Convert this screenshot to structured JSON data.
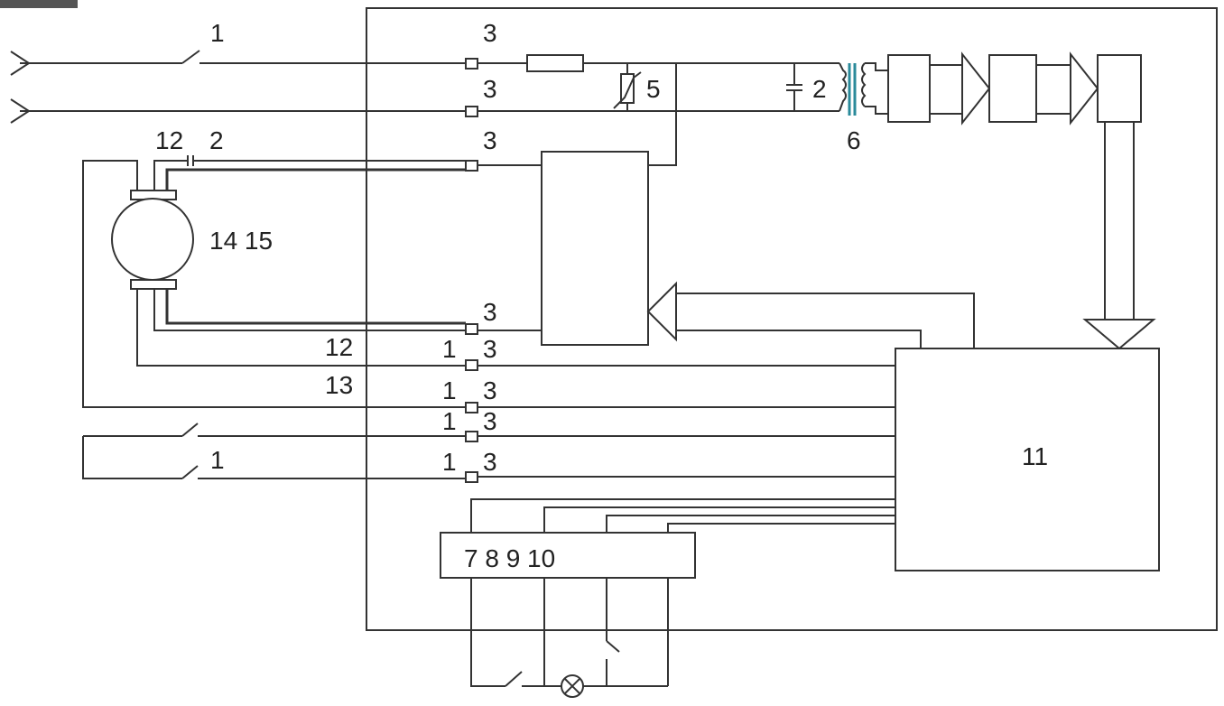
{
  "diagram": {
    "terminal_labels": [
      "3",
      "3",
      "3",
      "3",
      "3",
      "3",
      "3",
      "3"
    ],
    "switch_labels": [
      "1",
      "1",
      "1",
      "1",
      "1",
      "1"
    ],
    "wire_labels": [
      "12",
      "12",
      "13"
    ],
    "capacitor_labels": [
      "2",
      "2"
    ],
    "varistor_label": "5",
    "transformer_label": "6",
    "motor_label": "14 15",
    "controller_label": "11",
    "io_module_label": "7 8 9 10"
  }
}
